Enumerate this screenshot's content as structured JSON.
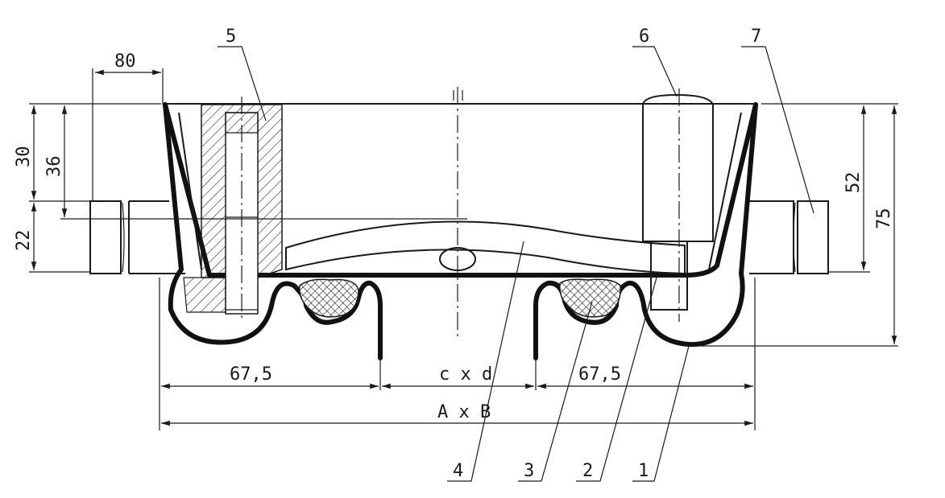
{
  "dimensions": {
    "top_width": "80",
    "h30": "30",
    "h36": "36",
    "h22": "22",
    "h52": "52",
    "h75": "75",
    "left_span": "67,5",
    "right_span": "67,5",
    "middle_span": "c x d",
    "overall": "A x B"
  },
  "callouts": {
    "c1": "1",
    "c2": "2",
    "c3": "3",
    "c4": "4",
    "c5": "5",
    "c6": "6",
    "c7": "7"
  }
}
